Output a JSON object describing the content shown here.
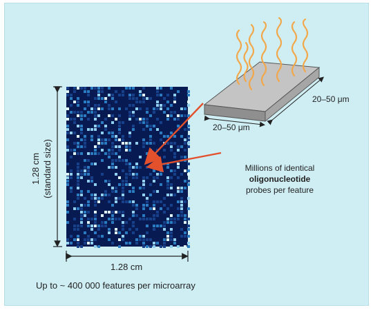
{
  "diagram": {
    "probe_dim_width": "20–50 μm",
    "probe_dim_depth": "20–50 μm",
    "probes_text": [
      "Millions of identical",
      "oligonucleotide",
      "probes per feature"
    ],
    "array_width": "1.28 cm",
    "array_height": "1.28 cm",
    "array_height_note": "(standard size)",
    "caption": "Up to ~ 400 000 features per microarray"
  },
  "colors": {
    "background": "#cfeef4",
    "array_base": "#071a52",
    "array_bright": "#dff6ff",
    "array_mid": "#2a7cc2",
    "arrow": "#e2502c",
    "probe_strand": "#f2a84a",
    "platform_top": "#c4c4c4",
    "platform_side": "#8f8f8f"
  }
}
